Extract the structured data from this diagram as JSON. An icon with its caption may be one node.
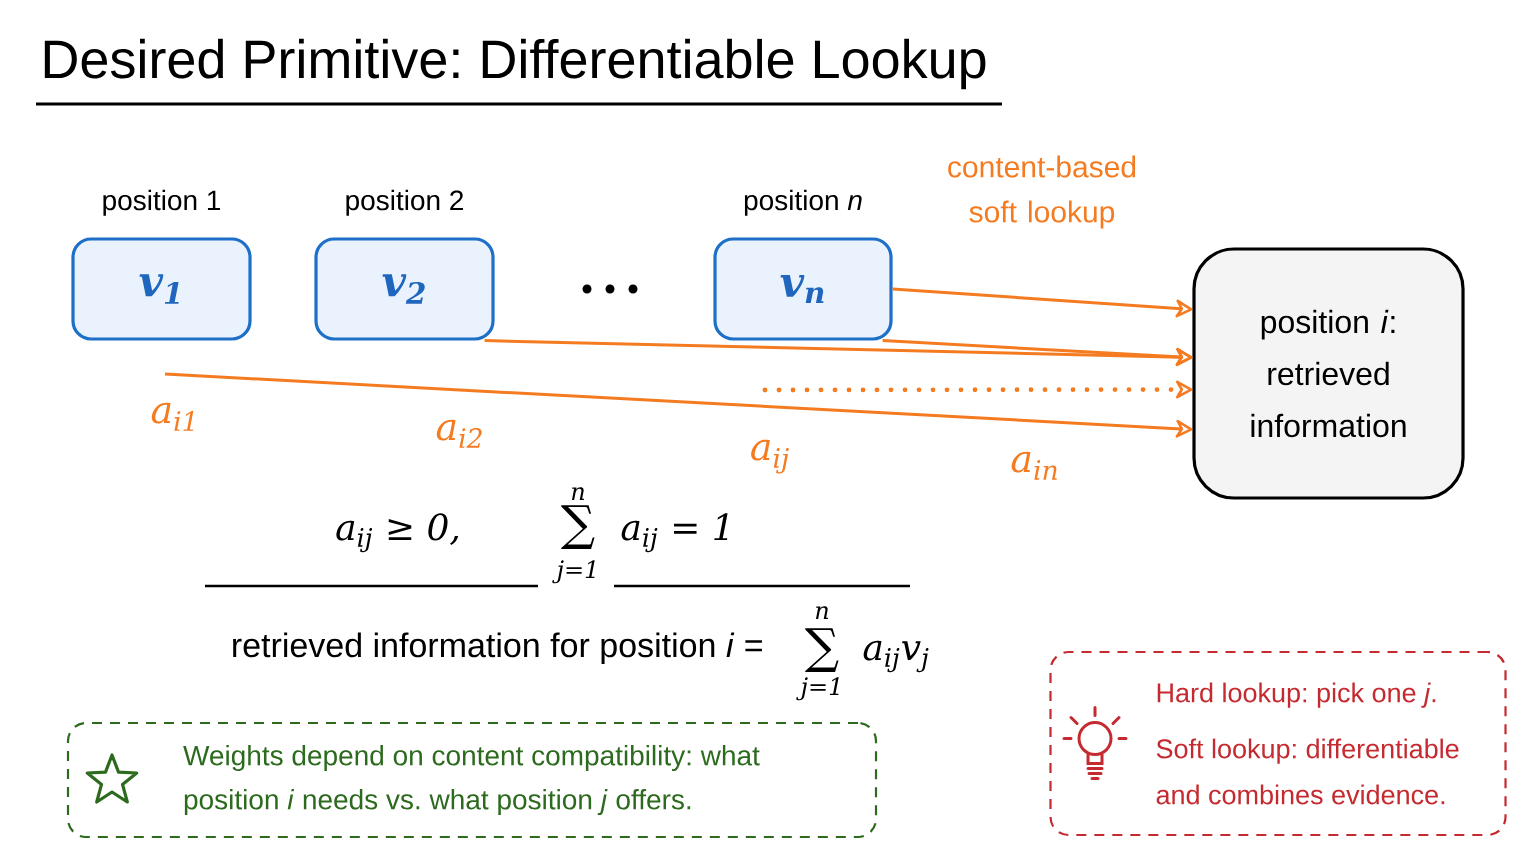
{
  "diagram": {
    "title": "Desired Primitive: Differentiable Lookup",
    "nodes": [
      {
        "text": [
          "position 1",
          "v$_{1}$"
        ]
      },
      {
        "text": [
          "position 2",
          "v$_{2}$"
        ]
      },
      {
        "text": [
          "position *n*",
          "v$_{n}$"
        ]
      },
      {
        "text": [
          "position *i*: retrieved information"
        ]
      },
      {
        "text": [
          "Weights depend on content compatibility: what position *i* needs vs. what position *j* offers."
        ]
      },
      {
        "text": [
          "Hard lookup: pick one *j*.",
          "Soft lookup: differentiable and combines evidence."
        ]
      }
    ],
    "edges": [
      {
        "from": 2,
        "to": 3,
        "arrow": "to"
      },
      {
        "from": 1,
        "to": 3,
        "arrow": "to"
      },
      {
        "from": 2,
        "to": 3,
        "arrow": "to"
      },
      {
        "from": null,
        "to": 3,
        "arrow": "to",
        "style": "dashed"
      },
      {
        "from": null,
        "to": 3,
        "arrow": "to"
      }
    ],
    "labels": [
      "content-based soft lookup",
      "a$_{i1}$",
      "a$_{i2}$",
      "a$_{ij}$",
      "a$_{in}$",
      "a$_{ij}$ ≥ 0,",
      "n",
      "∑",
      "j=1",
      "a$_{ij}$ = 1",
      "retrieved information for position *i* =",
      "n",
      "∑",
      "j=1",
      "a$_{ij}$v$_{j}$"
    ]
  }
}
